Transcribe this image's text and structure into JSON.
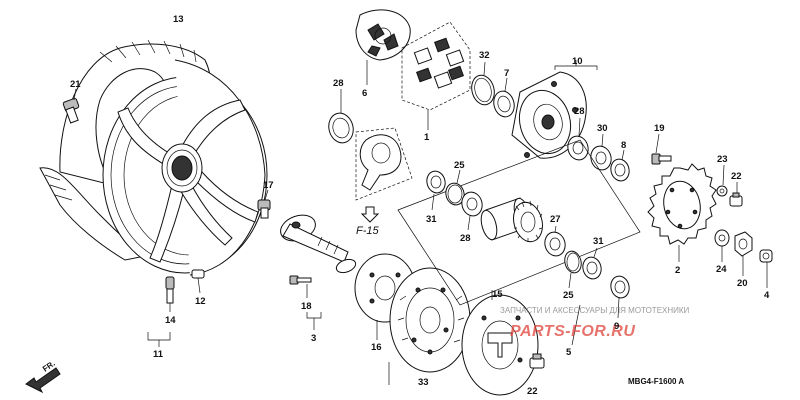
{
  "diagram": {
    "code": "MBG4-F1600 A",
    "reference": "F-15",
    "front_marker": "FR.",
    "watermark": {
      "brand": "PARTS-FOR.RU",
      "tagline": "ЗАПЧАСТИ И АКСЕССУАРЫ ДЛЯ МОТОТЕХНИКИ"
    },
    "callouts": [
      {
        "id": "c13",
        "text": "13"
      },
      {
        "id": "c21",
        "text": "21"
      },
      {
        "id": "c17",
        "text": "17"
      },
      {
        "id": "c12",
        "text": "12"
      },
      {
        "id": "c14",
        "text": "14"
      },
      {
        "id": "c11",
        "text": "11"
      },
      {
        "id": "c18",
        "text": "18"
      },
      {
        "id": "c3",
        "text": "3"
      },
      {
        "id": "c16",
        "text": "16"
      },
      {
        "id": "c33",
        "text": "33"
      },
      {
        "id": "c15",
        "text": "15"
      },
      {
        "id": "c22a",
        "text": "22"
      },
      {
        "id": "c6",
        "text": "6"
      },
      {
        "id": "c28a",
        "text": "28"
      },
      {
        "id": "c32",
        "text": "32"
      },
      {
        "id": "c7",
        "text": "7"
      },
      {
        "id": "c10",
        "text": "10"
      },
      {
        "id": "c28b",
        "text": "28"
      },
      {
        "id": "c30",
        "text": "30"
      },
      {
        "id": "c8",
        "text": "8"
      },
      {
        "id": "c25a",
        "text": "25"
      },
      {
        "id": "c31a",
        "text": "31"
      },
      {
        "id": "c28c",
        "text": "28"
      },
      {
        "id": "c27",
        "text": "27"
      },
      {
        "id": "c31b",
        "text": "31"
      },
      {
        "id": "c25b",
        "text": "25"
      },
      {
        "id": "c9",
        "text": "9"
      },
      {
        "id": "c5",
        "text": "5"
      },
      {
        "id": "c19",
        "text": "19"
      },
      {
        "id": "c23",
        "text": "23"
      },
      {
        "id": "c22b",
        "text": "22"
      },
      {
        "id": "c2",
        "text": "2"
      },
      {
        "id": "c24",
        "text": "24"
      },
      {
        "id": "c20",
        "text": "20"
      },
      {
        "id": "c4",
        "text": "4"
      },
      {
        "id": "c1",
        "text": "1"
      }
    ]
  }
}
